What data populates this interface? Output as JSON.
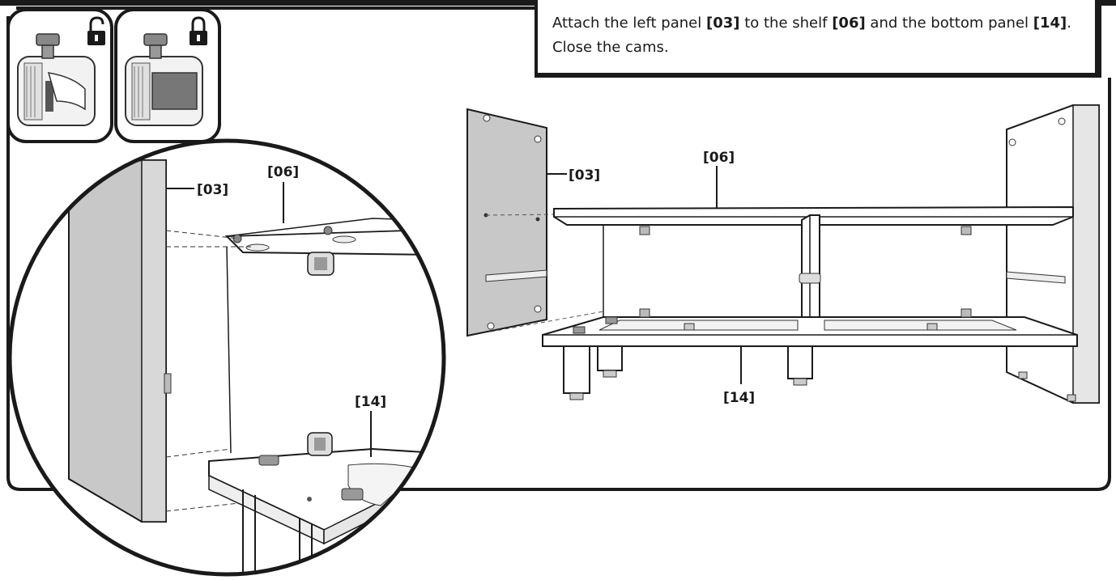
{
  "instruction": {
    "prefix_1": "Attach the left panel ",
    "part_left": "[03]",
    "mid_1": " to the shelf ",
    "part_shelf": "[06]",
    "mid_2": " and the bottom panel ",
    "part_bottom": "[14]",
    "suffix_1": ".",
    "line_2": "Close the cams."
  },
  "cam_icons": [
    {
      "name": "cam-open",
      "state": "unlocked"
    },
    {
      "name": "cam-closed",
      "state": "locked"
    }
  ],
  "labels": {
    "detail_left_panel": "[03]",
    "detail_shelf": "[06]",
    "detail_bottom": "[14]",
    "main_left_panel": "[03]",
    "main_shelf": "[06]",
    "main_bottom": "[14]"
  },
  "colors": {
    "line": "#1a1a1a",
    "panel_gray": "#c8c8c8",
    "light_gray": "#e6e6e6"
  }
}
